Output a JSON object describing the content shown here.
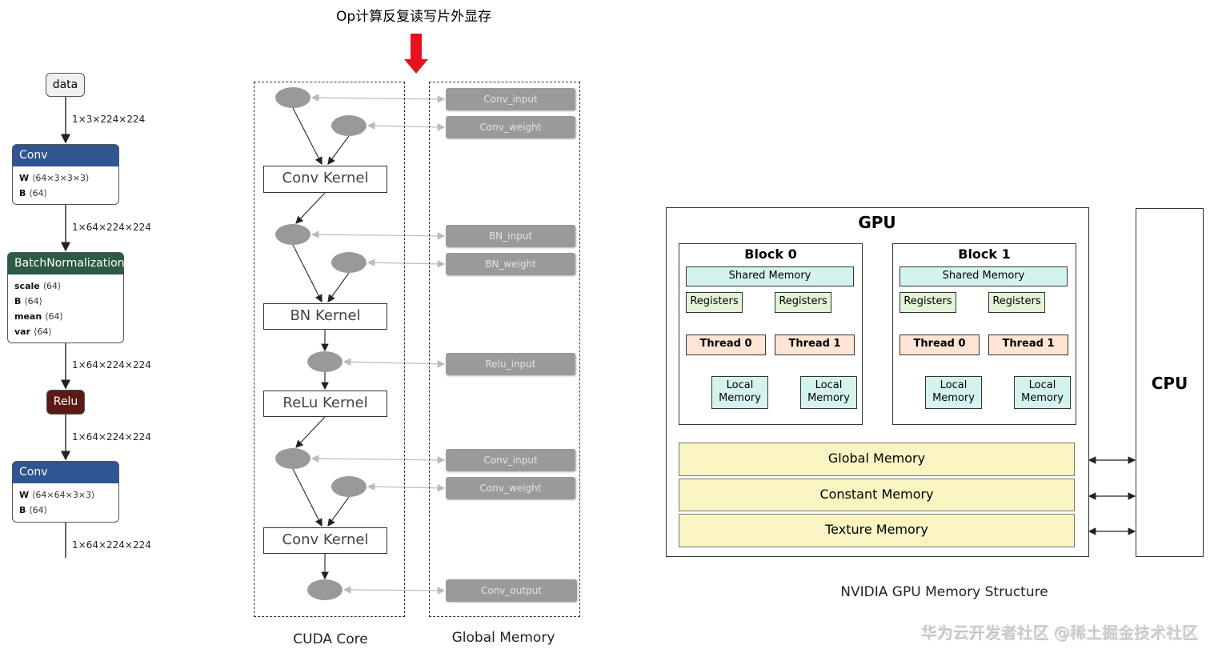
{
  "title": "Op计算反复读写片外显存",
  "graph": {
    "data_label": "data",
    "edges": [
      "1×3×224×224",
      "1×64×224×224",
      "1×64×224×224",
      "1×64×224×224",
      "1×64×224×224"
    ],
    "conv1": {
      "name": "Conv",
      "rows": [
        {
          "k": "W",
          "v": "⟨64×3×3×3⟩"
        },
        {
          "k": "B",
          "v": "⟨64⟩"
        }
      ]
    },
    "bn": {
      "name": "BatchNormalization",
      "rows": [
        {
          "k": "scale",
          "v": "⟨64⟩"
        },
        {
          "k": "B",
          "v": "⟨64⟩"
        },
        {
          "k": "mean",
          "v": "⟨64⟩"
        },
        {
          "k": "var",
          "v": "⟨64⟩"
        }
      ]
    },
    "relu": {
      "name": "Relu"
    },
    "conv2": {
      "name": "Conv",
      "rows": [
        {
          "k": "W",
          "v": "⟨64×64×3×3⟩"
        },
        {
          "k": "B",
          "v": "⟨64⟩"
        }
      ]
    },
    "colors": {
      "conv": "#2f5592",
      "bn": "#2d5a45",
      "relu": "#5a1a17"
    }
  },
  "cuda": {
    "kernels": [
      "Conv Kernel",
      "BN Kernel",
      "ReLu Kernel",
      "Conv Kernel"
    ],
    "global_items": [
      "Conv_input",
      "Conv_weight",
      "BN_input",
      "BN_weight",
      "Relu_input",
      "Conv_input",
      "Conv_weight",
      "Conv_output"
    ],
    "cuda_core_label": "CUDA Core",
    "global_memory_label": "Global Memory"
  },
  "gpu": {
    "title": "GPU",
    "blocks": [
      {
        "name": "Block 0",
        "shared": "Shared Memory",
        "registers": [
          "Registers",
          "Registers"
        ],
        "threads": [
          "Thread 0",
          "Thread 1"
        ],
        "local": [
          "Local Memory",
          "Local Memory"
        ]
      },
      {
        "name": "Block 1",
        "shared": "Shared Memory",
        "registers": [
          "Registers",
          "Registers"
        ],
        "threads": [
          "Thread 0",
          "Thread 1"
        ],
        "local": [
          "Local Memory",
          "Local Memory"
        ]
      }
    ],
    "global": "Global Memory",
    "constant": "Constant Memory",
    "texture": "Texture Memory",
    "cpu": "CPU",
    "caption": "NVIDIA GPU Memory Structure"
  },
  "watermark": "华为云开发者社区 @稀土掘金技术社区"
}
